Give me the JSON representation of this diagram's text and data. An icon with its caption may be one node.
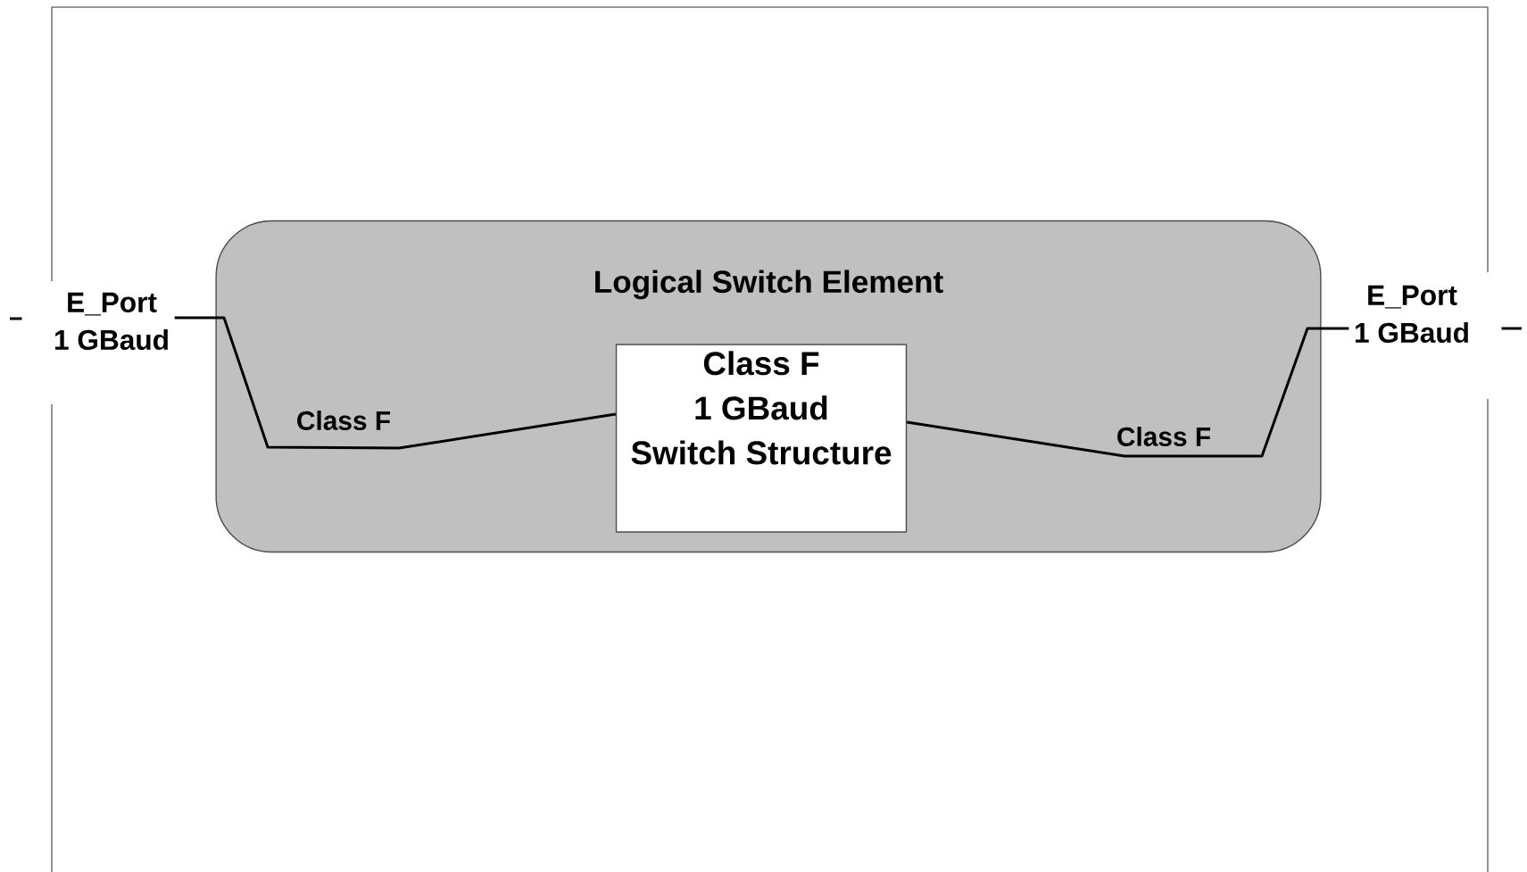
{
  "diagram": {
    "nodes": [
      {
        "text": [
          "Logical Switch Element"
        ]
      },
      {
        "text": [
          "Class F",
          "1 GBaud",
          "Switch Structure"
        ],
        "in": 0
      },
      {
        "text": [
          "E_Port",
          "1 GBaud"
        ]
      },
      {
        "text": [
          "E_Port",
          "1 GBaud"
        ]
      }
    ],
    "edges": [
      {
        "from": 2,
        "to": 1,
        "arrow": "none",
        "label": "Class F"
      },
      {
        "from": 1,
        "to": 3,
        "arrow": "none",
        "label": "Class F"
      },
      {
        "from": null,
        "to": 2,
        "arrow": "none"
      },
      {
        "from": null,
        "to": 3,
        "arrow": "none"
      }
    ]
  }
}
